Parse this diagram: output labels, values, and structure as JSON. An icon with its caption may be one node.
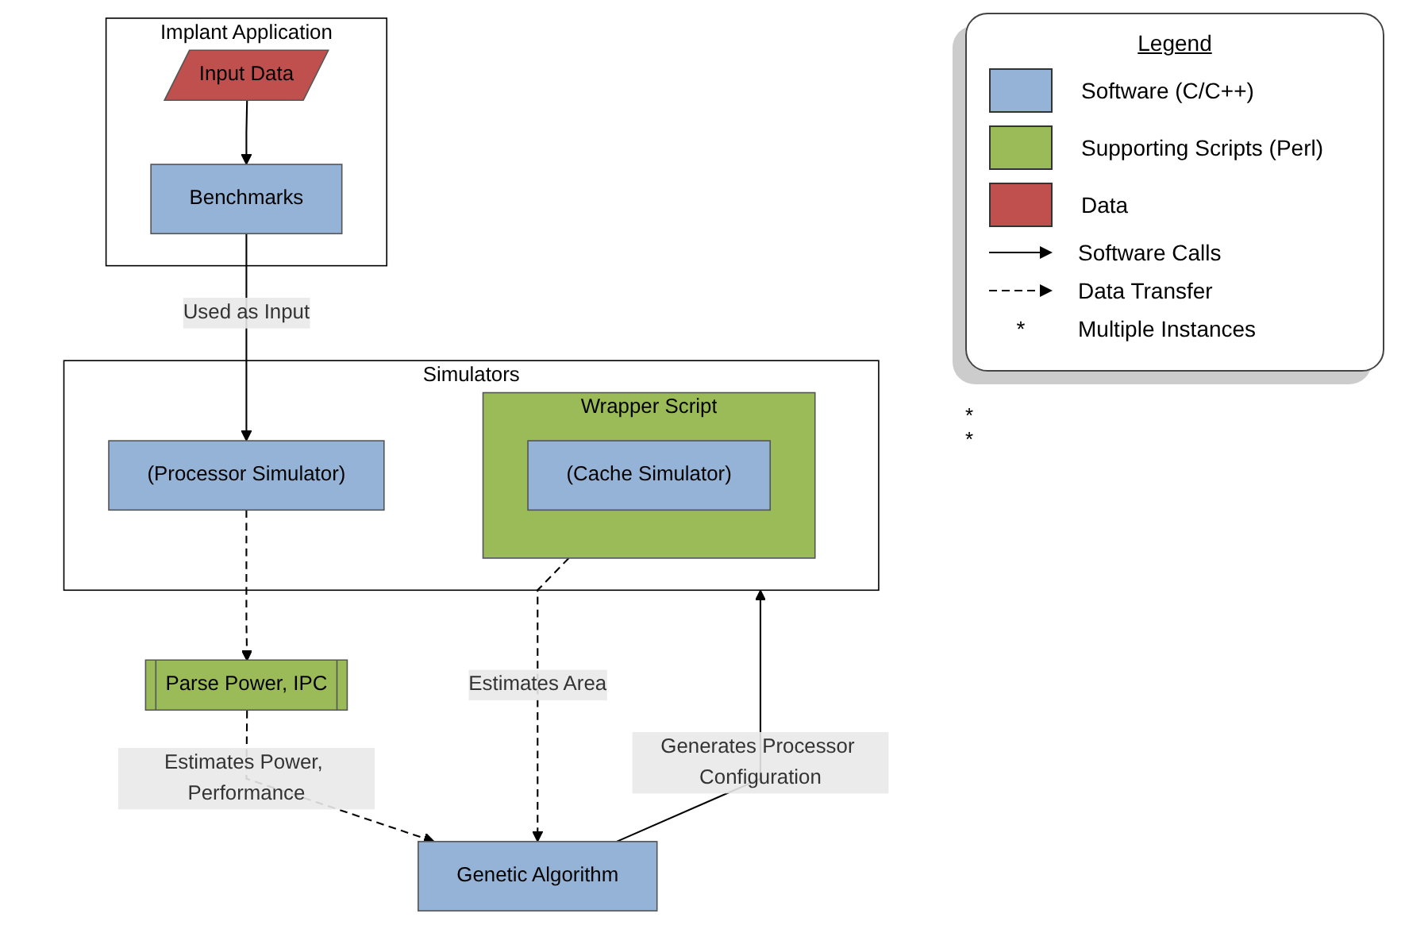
{
  "diagram": {
    "nodes": [
      {
        "text": [
          "Genetic Algorithm"
        ]
      },
      {
        "text": [
          "Simulators"
        ]
      },
      {
        "text": [
          "(Processor Simulator)"
        ],
        "in": 1
      },
      {
        "text": [
          "Wrapper Script"
        ],
        "in": 1
      },
      {
        "text": [
          "(Cache Simulator)"
        ],
        "in": 3
      },
      {
        "text": [
          "Parse Power, IPC"
        ]
      },
      {
        "text": [
          "Implant Application"
        ]
      },
      {
        "text": [
          "Benchmarks"
        ],
        "in": 6
      },
      {
        "text": [
          "Input Data"
        ],
        "in": 6
      }
    ],
    "edges": [
      {
        "from": 0,
        "to": 1,
        "arrow": "to",
        "label": "Generates Processor Configuration"
      },
      {
        "from": 7,
        "to": 2,
        "arrow": "to",
        "label": "Used as Input"
      },
      {
        "from": 8,
        "to": 7,
        "arrow": "to"
      },
      {
        "from": 2,
        "to": 5,
        "arrow": "to",
        "style": "dashed"
      },
      {
        "from": 5,
        "to": 0,
        "arrow": "to",
        "style": "dashed",
        "label": "Estimates Power, Performance"
      },
      {
        "from": 3,
        "to": 0,
        "arrow": "to",
        "style": "dashed",
        "label": "Estimates Area"
      }
    ],
    "labels": [
      "Legend",
      "*",
      "*",
      "*"
    ],
    "legend": [
      {
        "text": "Software (C/C++)",
        "color": "#95b3d7"
      },
      {
        "text": "Supporting Scripts (Perl)",
        "color": "#9bbb59"
      },
      {
        "text": "Data",
        "color": "#c0504d"
      },
      {
        "text": "Software Calls"
      },
      {
        "text": "Data Transfer"
      },
      {
        "text": "Multiple Instances"
      }
    ]
  }
}
